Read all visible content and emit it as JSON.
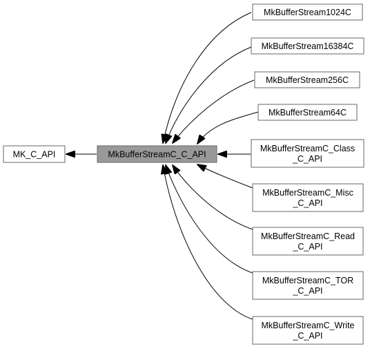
{
  "diagram": {
    "parent": {
      "label": "MK_C_API"
    },
    "current": {
      "label": "MkBufferStreamC_C_API"
    },
    "children": [
      {
        "name": "node-mkbufferstream1024c",
        "lines": [
          "MkBufferStream1024C"
        ]
      },
      {
        "name": "node-mkbufferstream16384c",
        "lines": [
          "MkBufferStream16384C"
        ]
      },
      {
        "name": "node-mkbufferstream256c",
        "lines": [
          "MkBufferStream256C"
        ]
      },
      {
        "name": "node-mkbufferstream64c",
        "lines": [
          "MkBufferStream64C"
        ]
      },
      {
        "name": "node-mkbufferstreamc-class-c-api",
        "lines": [
          "MkBufferStreamC_Class",
          "_C_API"
        ]
      },
      {
        "name": "node-mkbufferstreamc-misc-c-api",
        "lines": [
          "MkBufferStreamC_Misc",
          "_C_API"
        ]
      },
      {
        "name": "node-mkbufferstreamc-read-c-api",
        "lines": [
          "MkBufferStreamC_Read",
          "_C_API"
        ]
      },
      {
        "name": "node-mkbufferstreamc-tor-c-api",
        "lines": [
          "MkBufferStreamC_TOR",
          "_C_API"
        ]
      },
      {
        "name": "node-mkbufferstreamc-write-c-api",
        "lines": [
          "MkBufferStreamC_Write",
          "_C_API"
        ]
      }
    ]
  }
}
